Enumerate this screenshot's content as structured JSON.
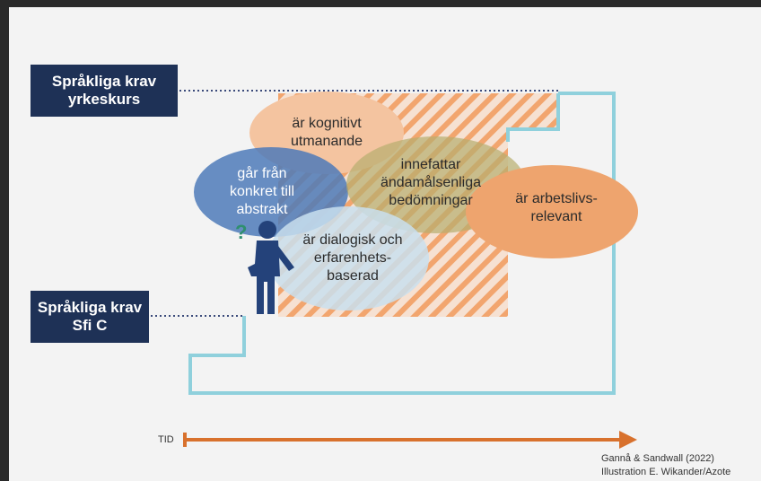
{
  "labels": {
    "top_req_line1": "Språkliga krav",
    "top_req_line2": "yrkeskurs",
    "bottom_req_line1": "Språkliga krav",
    "bottom_req_line2": "Sfi C"
  },
  "bubbles": {
    "kognitivt": {
      "line1": "är kognitivt",
      "line2": "utmanande"
    },
    "konkret": {
      "line1": "går från",
      "line2": "konkret till",
      "line3": "abstrakt"
    },
    "bedomningar": {
      "line1": "innefattar",
      "line2": "ändamålsenliga",
      "line3": "bedömningar"
    },
    "arbetsliv": {
      "line1": "är arbetslivs-",
      "line2": "relevant"
    },
    "dialogisk": {
      "line1": "är dialogisk och",
      "line2": "erfarenhets-",
      "line3": "baserad"
    }
  },
  "timeline": {
    "label": "TID"
  },
  "credit": {
    "line1": "Gannå & Sandwall (2022)",
    "line2": "Illustration E. Wikander/Azote"
  },
  "colors": {
    "navy": "#1e3156",
    "stairs": "#8fd0dc",
    "hatch": "#f2a56e",
    "arrow": "#d8712d",
    "bubble_peach": "#f4c4a0",
    "bubble_blue": "#4d7ab8",
    "bubble_olive": "#b6ae6e",
    "bubble_orange": "#eea46e",
    "bubble_lightblue": "#c9dfee"
  }
}
